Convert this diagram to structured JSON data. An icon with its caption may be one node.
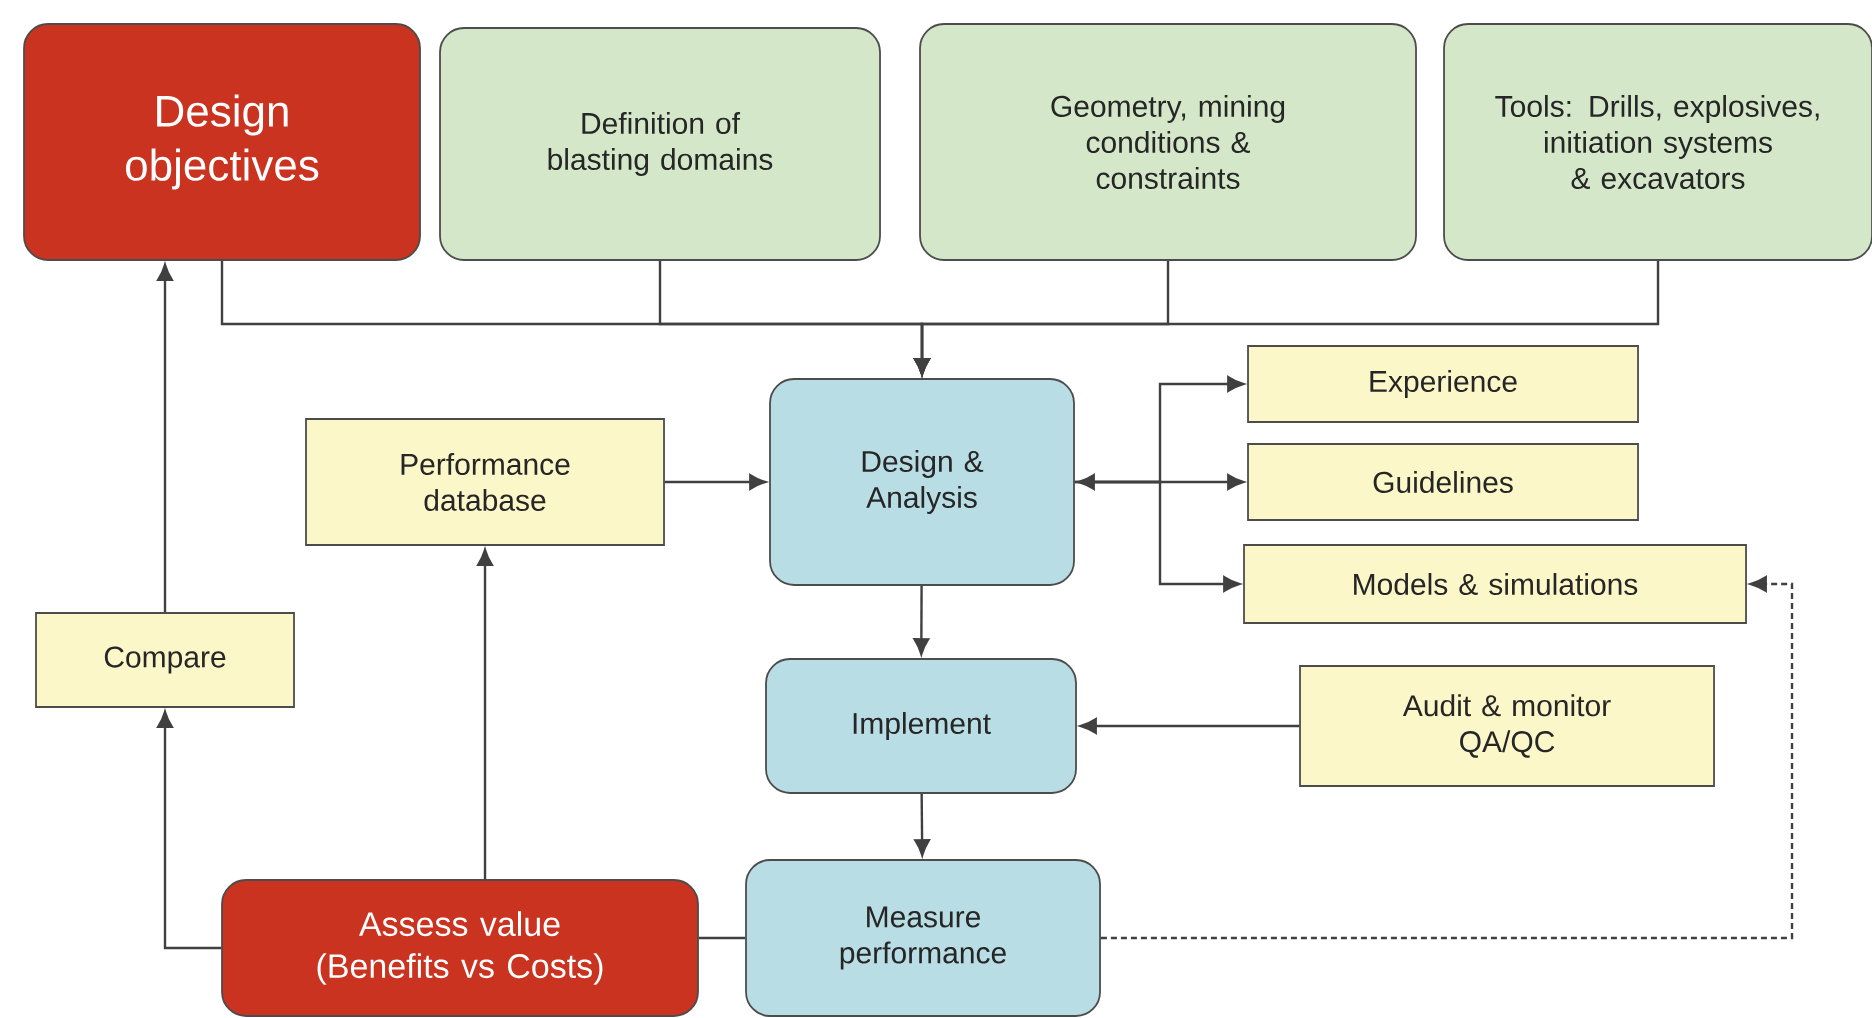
{
  "diagram": {
    "nodes": [
      {
        "text": [
          "Design objectives"
        ]
      },
      {
        "text": [
          "Definition of blasting domains"
        ]
      },
      {
        "text": [
          "Geometry, mining conditions & constraints"
        ]
      },
      {
        "text": [
          "Tools: Drills, explosives, initiation systems & excavators"
        ]
      },
      {
        "text": [
          "Performance database"
        ]
      },
      {
        "text": [
          "Design & Analysis"
        ]
      },
      {
        "text": [
          "Experience"
        ]
      },
      {
        "text": [
          "Guidelines"
        ]
      },
      {
        "text": [
          "Models & simulations"
        ]
      },
      {
        "text": [
          "Compare"
        ]
      },
      {
        "text": [
          "Implement"
        ]
      },
      {
        "text": [
          "Audit & monitor QA/QC"
        ]
      },
      {
        "text": [
          "Assess value (Benefits vs Costs)"
        ]
      },
      {
        "text": [
          "Measure performance"
        ]
      }
    ],
    "edges": [
      {
        "from": 0,
        "to": 5,
        "arrow": "to"
      },
      {
        "from": 1,
        "to": 5,
        "arrow": "to"
      },
      {
        "from": 2,
        "to": 5,
        "arrow": "to"
      },
      {
        "from": 3,
        "to": 5,
        "arrow": "to"
      },
      {
        "from": 4,
        "to": 5,
        "arrow": "to"
      },
      {
        "from": 5,
        "to": 6,
        "arrow": "to"
      },
      {
        "from": 5,
        "to": 7,
        "arrow": "both"
      },
      {
        "from": 5,
        "to": 8,
        "arrow": "to"
      },
      {
        "from": 5,
        "to": 10,
        "arrow": "to"
      },
      {
        "from": 11,
        "to": 10,
        "arrow": "to"
      },
      {
        "from": 10,
        "to": 13,
        "arrow": "to"
      },
      {
        "from": 13,
        "to": 12,
        "arrow": "none"
      },
      {
        "from": 12,
        "to": 9,
        "arrow": "to"
      },
      {
        "from": 9,
        "to": 0,
        "arrow": "to"
      },
      {
        "from": 12,
        "to": 4,
        "arrow": "to"
      },
      {
        "from": 13,
        "to": 8,
        "arrow": "to",
        "style": "dashed"
      }
    ]
  }
}
